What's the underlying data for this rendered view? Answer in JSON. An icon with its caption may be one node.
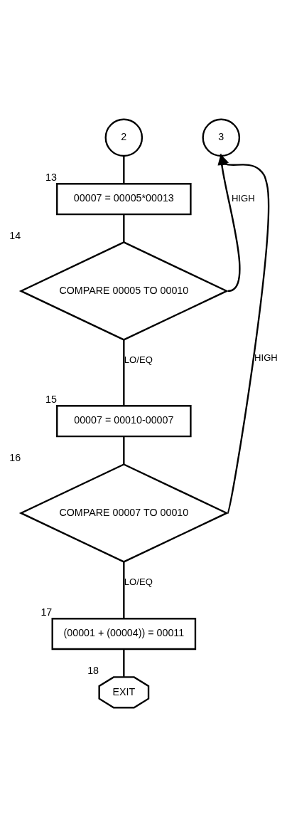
{
  "diagram": {
    "nodes": [
      {
        "text": [
          "2"
        ]
      },
      {
        "text": [
          "3"
        ]
      },
      {
        "text": [
          "00007 = 00005*00013"
        ],
        "beside": [
          "13"
        ]
      },
      {
        "text": [
          "COMPARE 00005 TO 00010"
        ],
        "beside": [
          "14"
        ]
      },
      {
        "text": [
          "00007 = 00010-00007"
        ],
        "beside": [
          "15"
        ]
      },
      {
        "text": [
          "COMPARE 00007 TO 00010"
        ],
        "beside": [
          "16"
        ]
      },
      {
        "text": [
          "(00001 + (00004)) = 00011"
        ],
        "beside": [
          "17"
        ]
      },
      {
        "text": [
          "EXIT"
        ],
        "beside": [
          "18"
        ]
      }
    ],
    "edges": [
      {
        "from": 0,
        "to": 2,
        "arrow": "none"
      },
      {
        "from": 2,
        "to": 3,
        "arrow": "none"
      },
      {
        "from": 3,
        "to": 1,
        "arrow": "to",
        "label": "HIGH"
      },
      {
        "from": 3,
        "to": 4,
        "arrow": "none",
        "label": "LO/EQ"
      },
      {
        "from": 4,
        "to": 5,
        "arrow": "none"
      },
      {
        "from": 5,
        "to": 1,
        "arrow": "to",
        "label": "HIGH"
      },
      {
        "from": 5,
        "to": 6,
        "arrow": "none",
        "label": "LO/EQ"
      },
      {
        "from": 6,
        "to": 7,
        "arrow": "none"
      }
    ]
  }
}
